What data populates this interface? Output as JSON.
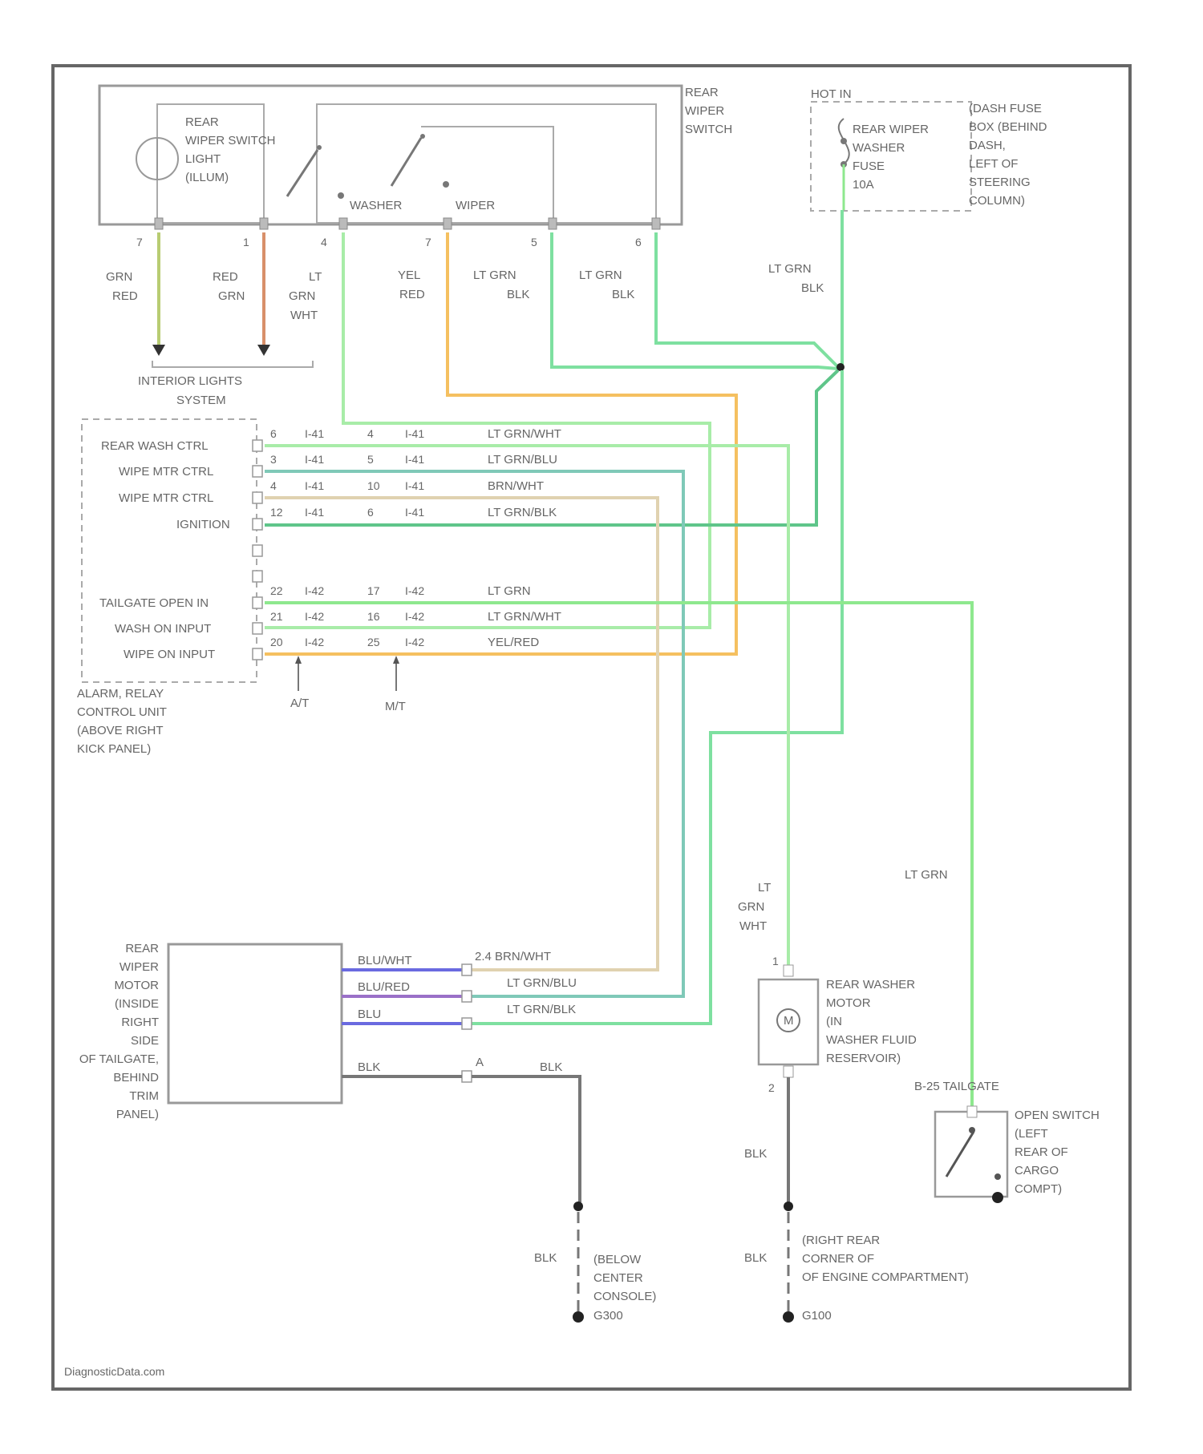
{
  "switch": {
    "title": [
      "REAR",
      "WIPER",
      "SWITCH"
    ],
    "illum": [
      "REAR",
      "WIPER SWITCH",
      "LIGHT",
      "(ILLUM)"
    ],
    "washer": "WASHER",
    "wiper": "WIPER",
    "pins": [
      "7",
      "1",
      "4",
      "7",
      "5",
      "6"
    ]
  },
  "fuse": {
    "hot": "HOT IN",
    "label": [
      "REAR WIPER",
      "WASHER",
      "FUSE",
      "10A"
    ],
    "location": [
      "(DASH FUSE",
      "BOX (BEHIND",
      "DASH,",
      "LEFT OF",
      "STEERING",
      "COLUMN)"
    ]
  },
  "wires": {
    "grn_red": [
      "GRN",
      "RED"
    ],
    "red_grn": [
      "RED",
      "GRN"
    ],
    "lt_grn_wht": [
      "LT",
      "GRN",
      "WHT"
    ],
    "yel_red": [
      "YEL",
      "RED"
    ],
    "lt_grn_blk1": [
      "LT GRN",
      "BLK"
    ],
    "lt_grn_blk2": [
      "LT GRN",
      "BLK"
    ],
    "lt_grn_blk3": [
      "LT GRN",
      "BLK"
    ],
    "lt_grn_right": "LT GRN",
    "lt_grn_wht_motor": [
      "LT",
      "GRN",
      "WHT"
    ]
  },
  "interior": [
    "INTERIOR LIGHTS",
    "SYSTEM"
  ],
  "alarm": {
    "rows": [
      {
        "label": "REAR WASH CTRL",
        "c1": "6",
        "c2": "I-41",
        "c3": "4",
        "c4": "I-41",
        "wire": "LT GRN/WHT"
      },
      {
        "label": "WIPE MTR CTRL",
        "c1": "3",
        "c2": "I-41",
        "c3": "5",
        "c4": "I-41",
        "wire": "LT GRN/BLU"
      },
      {
        "label": "WIPE MTR CTRL",
        "c1": "4",
        "c2": "I-41",
        "c3": "10",
        "c4": "I-41",
        "wire": "BRN/WHT"
      },
      {
        "label": "IGNITION",
        "c1": "12",
        "c2": "I-41",
        "c3": "6",
        "c4": "I-41",
        "wire": "LT GRN/BLK"
      },
      {
        "label": "TAILGATE OPEN IN",
        "c1": "22",
        "c2": "I-42",
        "c3": "17",
        "c4": "I-42",
        "wire": "LT GRN"
      },
      {
        "label": "WASH ON INPUT",
        "c1": "21",
        "c2": "I-42",
        "c3": "16",
        "c4": "I-42",
        "wire": "LT GRN/WHT"
      },
      {
        "label": "WIPE ON INPUT",
        "c1": "20",
        "c2": "I-42",
        "c3": "25",
        "c4": "I-42",
        "wire": "YEL/RED"
      }
    ],
    "at": "A/T",
    "mt": "M/T",
    "name": [
      "ALARM, RELAY",
      "CONTROL UNIT",
      "(ABOVE RIGHT",
      "KICK PANEL)"
    ]
  },
  "motor": {
    "name": [
      "REAR",
      "WIPER",
      "MOTOR",
      "(INSIDE",
      "RIGHT",
      "SIDE",
      "OF TAILGATE,",
      "BEHIND",
      "TRIM",
      "PANEL)"
    ],
    "wires_left": [
      "BLU/WHT",
      "BLU/RED",
      "BLU"
    ],
    "wires_right": [
      "2.4 BRN/WHT",
      "LT GRN/BLU",
      "LT GRN/BLK"
    ],
    "gnd_left": "BLK",
    "gnd_pin": "A",
    "gnd_right": "BLK"
  },
  "washer_motor": {
    "name": [
      "REAR WASHER",
      "MOTOR",
      "(IN",
      "WASHER FLUID",
      "RESERVOIR)"
    ],
    "symbol": "M",
    "pin_top": "1",
    "pin_bottom": "2",
    "gnd": "BLK"
  },
  "tailgate": {
    "connector": "B-25 TAILGATE",
    "name": [
      "OPEN SWITCH",
      "(LEFT",
      "REAR OF",
      "CARGO",
      "COMPT)"
    ]
  },
  "ground1": {
    "wire": "BLK",
    "label": [
      "(BELOW",
      "CENTER",
      "CONSOLE)",
      "G300"
    ]
  },
  "ground2": {
    "wire": "BLK",
    "label": [
      "(RIGHT REAR",
      "CORNER OF",
      "OF ENGINE COMPARTMENT)"
    ],
    "id": "G100"
  },
  "watermark": "DiagnosticData.com",
  "colors": {
    "lt_grn": "#8ee88e",
    "lt_grn_wht": "#a8eca8",
    "lt_grn_blu": "#7fc9b8",
    "brn_wht": "#e0d2b0",
    "lt_grn_blk": "#5fc58a",
    "yel_red": "#f5c060",
    "red_grn": "#d8906a",
    "grn_red": "#b8cc72",
    "blu": "#6a6ae0",
    "blk": "#777777"
  }
}
